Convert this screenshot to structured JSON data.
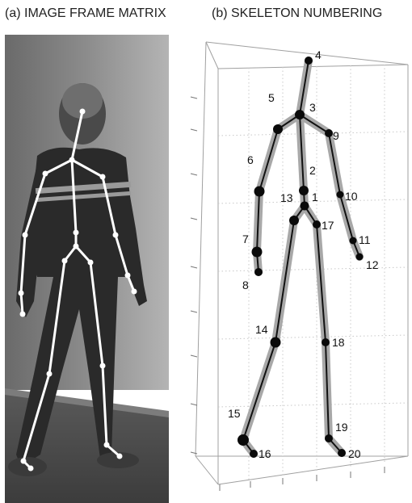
{
  "panels": {
    "a_title": "(a) IMAGE FRAME MATRIX",
    "b_title": "(b) SKELETON NUMBERING"
  },
  "joint_labels": [
    "1",
    "2",
    "3",
    "4",
    "5",
    "6",
    "7",
    "8",
    "9",
    "10",
    "11",
    "12",
    "13",
    "14",
    "15",
    "16",
    "17",
    "18",
    "19",
    "20"
  ],
  "colors": {
    "bone_gray": "#a8a8a8",
    "joint_black": "#0a0a0a",
    "overlay_white": "#ffffff",
    "grid": "#c8c8c8"
  }
}
